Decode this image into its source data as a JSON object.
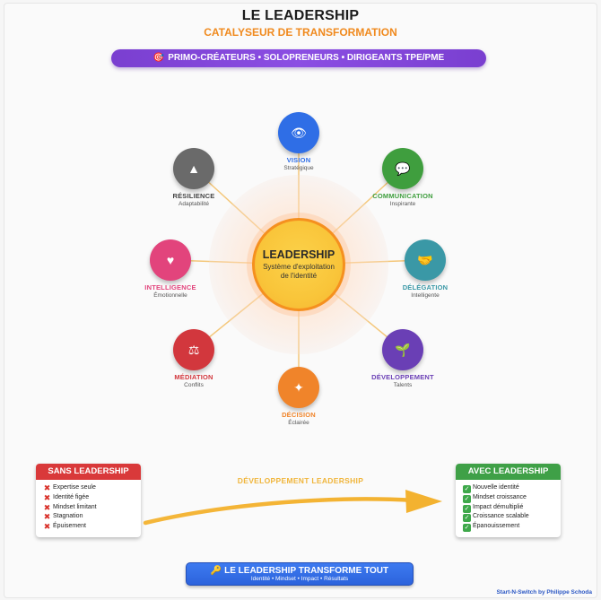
{
  "header": {
    "title": "LE LEADERSHIP",
    "subtitle": "CATALYSEUR DE TRANSFORMATION",
    "target_label": "PRIMO-CRÉATEURS • SOLOPRENEURS • DIRIGEANTS TPE/PME",
    "target_icon": "🎯"
  },
  "center": {
    "title": "LEADERSHIP",
    "subtitle": "Système d'exploitation de l'identité"
  },
  "nodes": [
    {
      "label": "VISION",
      "sub": "Stratégique",
      "icon": "eye-icon",
      "glyph": "👁",
      "color": "#2f6ee6",
      "label_color": "#2f6ee6"
    },
    {
      "label": "COMMUNICATION",
      "sub": "Inspirante",
      "icon": "speech-icon",
      "glyph": "💬",
      "color": "#3f9e3e",
      "label_color": "#3f9e3e"
    },
    {
      "label": "DÉLÉGATION",
      "sub": "Intelligente",
      "icon": "handshake-icon",
      "glyph": "🤝",
      "color": "#3a98a6",
      "label_color": "#3a98a6"
    },
    {
      "label": "DÉVELOPPEMENT",
      "sub": "Talents",
      "icon": "sprout-icon",
      "glyph": "🌱",
      "color": "#6a3fb5",
      "label_color": "#6a3fb5"
    },
    {
      "label": "DÉCISION",
      "sub": "Éclairée",
      "icon": "sparkle-icon",
      "glyph": "✦",
      "color": "#f0842a",
      "label_color": "#f0842a"
    },
    {
      "label": "MÉDIATION",
      "sub": "Conflits",
      "icon": "balance-icon",
      "glyph": "⚖",
      "color": "#d2373d",
      "label_color": "#d2373d"
    },
    {
      "label": "INTELLIGENCE",
      "sub": "Émotionnelle",
      "icon": "heart-icon",
      "glyph": "♥",
      "color": "#e2447c",
      "label_color": "#e2447c"
    },
    {
      "label": "RÉSILIENCE",
      "sub": "Adaptabilité",
      "icon": "mountain-icon",
      "glyph": "▲",
      "color": "#6a6a6a",
      "label_color": "#444444"
    }
  ],
  "without": {
    "title": "SANS LEADERSHIP",
    "color": "#d9393a",
    "items": [
      "Expertise seule",
      "Identité figée",
      "Mindset limitant",
      "Stagnation",
      "Épuisement"
    ]
  },
  "with": {
    "title": "AVEC LEADERSHIP",
    "color": "#3fa047",
    "items": [
      "Nouvelle identité",
      "Mindset croissance",
      "Impact démultiplié",
      "Croissance scalable",
      "Épanouissement"
    ]
  },
  "arrow_label": "DÉVELOPPEMENT LEADERSHIP",
  "footer": {
    "icon": "🔑",
    "title": "LE LEADERSHIP TRANSFORME TOUT",
    "sub": "Identité • Mindset • Impact • Résultats",
    "credit": "Start-N-Switch by Philippe Schoda"
  }
}
